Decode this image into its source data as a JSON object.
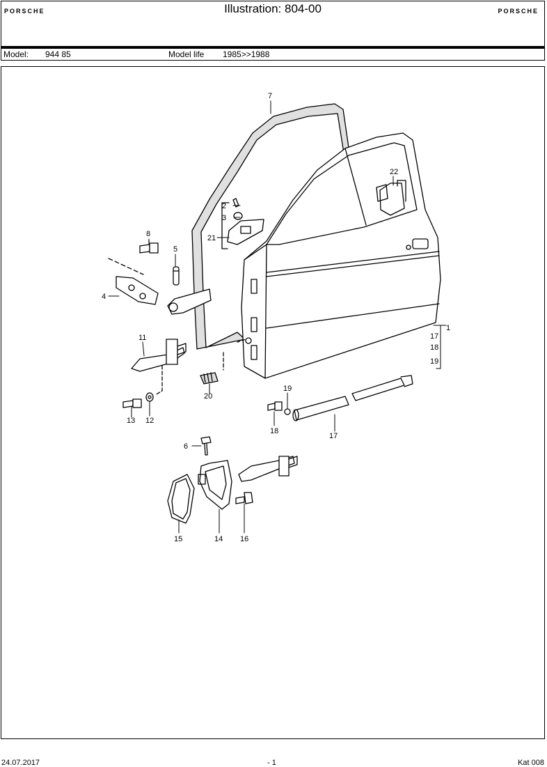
{
  "header": {
    "brand_left": "PORSCHE",
    "brand_right": "PORSCHE",
    "title": "Illustration: 804-00"
  },
  "model_bar": {
    "model_label": "Model:",
    "model_value": "944 85",
    "life_label": "Model life",
    "life_value": "1985>>1988"
  },
  "callouts": {
    "c1": "1",
    "c2": "2",
    "c3": "3",
    "c4": "4",
    "c5": "5",
    "c6": "6",
    "c7": "7",
    "c8": "8",
    "c11": "11",
    "c12": "12",
    "c13": "13",
    "c14": "14",
    "c15": "15",
    "c16": "16",
    "c17a": "17",
    "c17b": "17",
    "c18a": "18",
    "c18b": "18",
    "c19a": "19",
    "c19b": "19",
    "c20": "20",
    "c21": "21",
    "c22": "22"
  },
  "footer": {
    "date": "24.07.2017",
    "page": "- 1",
    "catalog": "Kat 008"
  }
}
